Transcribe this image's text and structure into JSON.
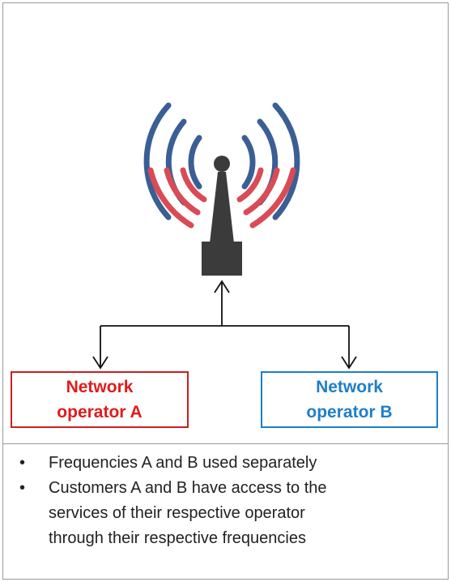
{
  "operators": {
    "a": {
      "line1": "Network",
      "line2": "operator A",
      "color": "#e01b1b"
    },
    "b": {
      "line1": "Network",
      "line2": "operator B",
      "color": "#1f7ec8"
    }
  },
  "notes": [
    "Frequencies A and B used separately",
    "Customers A and B have access to the",
    "services of their respective operator",
    "through their respective frequencies"
  ],
  "colors": {
    "tower": "#3b3b3b",
    "wave_outer": "#3a5f95",
    "wave_inner": "#d94b55",
    "border": "#9a9a9a"
  },
  "icons": [
    "antenna-tower-icon",
    "radio-wave-icon",
    "arrow-up-icon",
    "arrow-down-icon"
  ]
}
